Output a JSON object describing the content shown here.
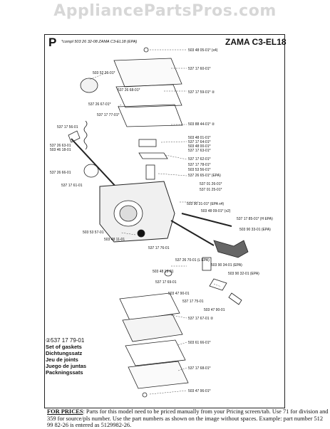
{
  "watermark": "AppliancePartsPros.com",
  "sheet": {
    "letter": "P",
    "compl_note": "*compl 503 26 32-08 ZAMA C3-EL18 (EPA)",
    "model_title": "ZAMA C3-EL18"
  },
  "part_labels": [
    "503 48 05-01* (x4)",
    "537 17 60-01*",
    "503 52 36-01*",
    "537 26 68-01*",
    "537 17 59-01* ②",
    "537 26 67-01*",
    "537 17 77-01*",
    "503 88 44-01* ②",
    "537 17 56-01",
    "503 48 01-01*",
    "537 17 64-01*",
    "537 17 63-01*",
    "503 48 00-01*",
    "537 26 63-01",
    "503 46 18-01",
    "537 17 62-01*",
    "537 17 78-01*",
    "503 53 56-01*",
    "537 26 66-01",
    "537 26 65-01* (EPA)",
    "537 17 61-01",
    "537 01 26-01*",
    "537 01 25-01*",
    "503 90 31-01* (EPA x4)",
    "503 48 09-01* (x2)",
    "537 17 85-01* (H EPA)",
    "503 90 33-01 (EPA)",
    "503 53 57-01",
    "503 48 11-01",
    "537 17 76-01",
    "537 26 70-01 (L EPA)",
    "503 90 34-01 (EPA)",
    "503 90 32-01 (EPA)",
    "503 48 19-01",
    "537 17 69-01",
    "503 47 90-01",
    "537 17 75-01",
    "503 47 90-01",
    "537 17 67-01 ②",
    "503 61 66-01*",
    "537 17 68-01*",
    "503 47 96-01*"
  ],
  "gasket_set": {
    "part_number": "②537 17 79-01",
    "lines": [
      "Set of gaskets",
      "Dichtungssatz",
      "Jeu de joints",
      "Juego de juntas",
      "Packningssats"
    ]
  },
  "pricing": {
    "lead": "FOR PRICES",
    "text": ": Parts for this model need to be priced manually from your Pricing screen/tab. Use 71 for division and 359 for source/pls number.  Use the part numbers as shown on the image without spaces.  Example: part number 512 99 82-26 is entered as 5129982-26."
  }
}
